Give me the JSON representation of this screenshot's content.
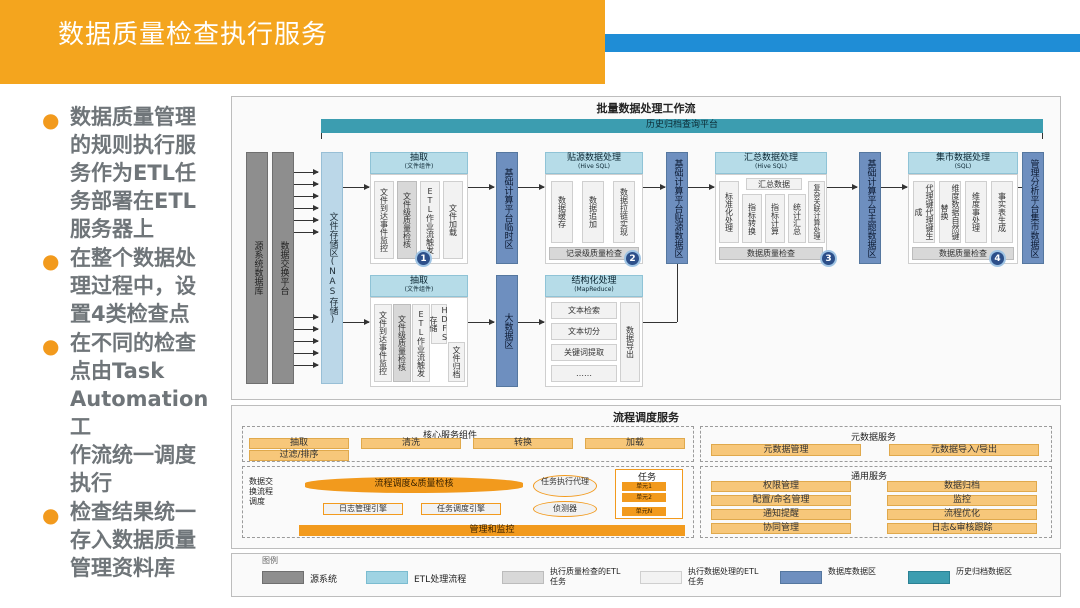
{
  "header": {
    "title": "数据质量检查执行服务"
  },
  "bullets": [
    {
      "text": "数据质量管理\n的规则执行服\n务作为ETL任\n务部署在ETL\n服务器上"
    },
    {
      "text": "在整个数据处\n理过程中，设\n置4类检查点"
    },
    {
      "text": "在不同的检查\n点由Task\nAutomation工\n作流统一调度\n执行"
    },
    {
      "text": "检查结果统一\n存入数据质量\n管理资料库"
    }
  ],
  "batch": {
    "title": "批量数据处理工作流",
    "archive_bar": "历史归档查询平台",
    "source_col": "源系统数据库",
    "exchange_col": "数据交换平台",
    "file_store": "文件存储区(NAS存储)",
    "extract1": {
      "title": "抽取",
      "sub": "(文件组件)",
      "cols": [
        "文件到达事件监控",
        "文件级质量检核",
        "ETL作业流触发",
        "文件加载"
      ]
    },
    "base1": "基础计算平台临时区",
    "pasted": {
      "title": "贴源数据处理",
      "sub": "(Hive SQL)",
      "cols": [
        "数据缓存",
        "数据追加",
        "数据拉链实现"
      ],
      "check": "记录级质量检查"
    },
    "base2": "基础计算平台贴源数据区",
    "summary": {
      "title": "汇总数据处理",
      "sub": "(Hive SQL)",
      "top": "汇总数据",
      "cols": [
        "标准化处理",
        "指标转换",
        "指标计算",
        "统计汇总",
        "复杂关联计算处理"
      ],
      "check": "数据质量检查"
    },
    "base3": "基础计算平台主题数据区",
    "mart": {
      "title": "集市数据处理",
      "sub": "(SQL)",
      "cols": [
        "代理键代理键生成",
        "维度数据自然键替换",
        "维度事处理",
        "事实表生成"
      ],
      "check": "数据质量检查"
    },
    "mgmt": "管理分析平台集市数据区",
    "extract2": {
      "title": "抽取",
      "sub": "(文件组件)",
      "cols": [
        "文件到达事件监控",
        "文件级质量检核",
        "ETL作业流触发",
        "HDFS存储",
        "文件归档"
      ]
    },
    "bigdata": "大数据区",
    "struct": {
      "title": "结构化处理",
      "sub": "(MapReduce)",
      "rows": [
        "文本检索",
        "文本切分",
        "关键词提取",
        "……"
      ],
      "side": "数据导出"
    },
    "badges": [
      "1",
      "2",
      "3",
      "4"
    ]
  },
  "flow": {
    "title": "流程调度服务",
    "core_title": "核心服务组件",
    "core_items": [
      "抽取",
      "清洗",
      "转换",
      "加载",
      "过滤/排序"
    ],
    "meta_title": "元数据服务",
    "meta_items": [
      "元数据管理",
      "元数据导入/导出"
    ],
    "exchange_label": "数据交换流程调度",
    "engine": "流程调度&质量检核",
    "log_engine": "日志管理引擎",
    "task_engine": "任务调度引擎",
    "exec_agent": "任务执行代理",
    "listener": "侦测器",
    "task_title": "任务",
    "task_rows": [
      "单元1",
      "单元2",
      "单元N"
    ],
    "mgmt_bar": "管理和监控",
    "common_title": "通用服务",
    "common_left": [
      "权限管理",
      "配置/命名管理",
      "通知提醒",
      "协同管理"
    ],
    "common_right": [
      "数据归档",
      "监控",
      "流程优化",
      "日志&审核跟踪"
    ]
  },
  "legend": {
    "title": "图例",
    "items": [
      {
        "label": "源系统",
        "color": "#8E8E8E"
      },
      {
        "label": "ETL处理流程",
        "color": "#9FD3E3"
      },
      {
        "label": "执行质量检查的ETL任务",
        "color": "#D8D8D8"
      },
      {
        "label": "执行数据处理的ETL任务",
        "color": "#F2F2F2"
      },
      {
        "label": "数据库数据区",
        "color": "#6E8FBF"
      },
      {
        "label": "历史归档数据区",
        "color": "#3C9DB0"
      }
    ]
  }
}
